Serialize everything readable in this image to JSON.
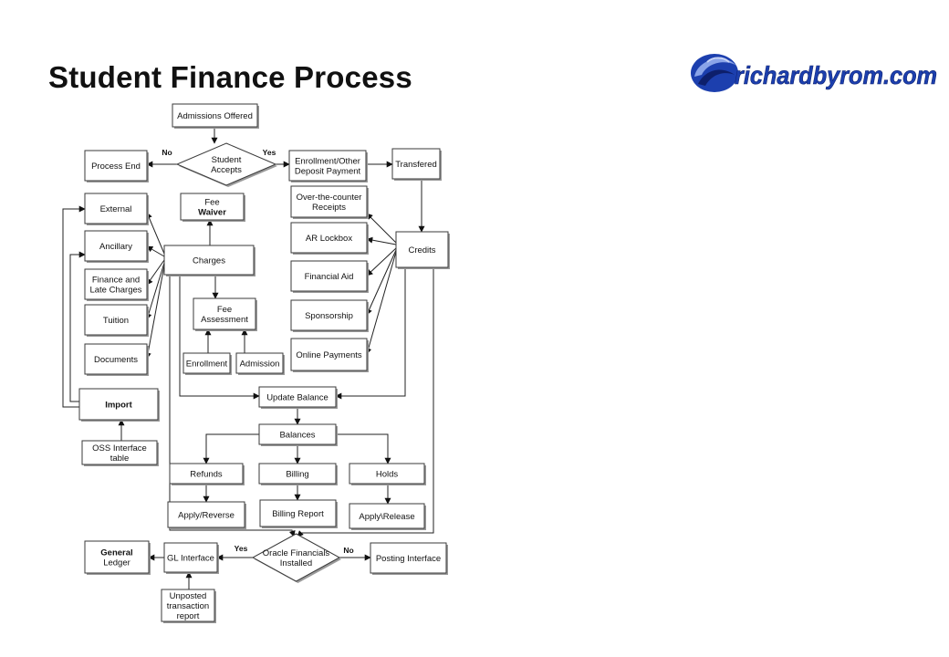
{
  "title": "Student Finance Process",
  "logo": {
    "text": "richardbyrom.com"
  },
  "nodes": [
    {
      "id": "admissions_offered",
      "label": "Admissions Offered"
    },
    {
      "id": "student_accepts",
      "label": "Student\nAccepts"
    },
    {
      "id": "process_end",
      "label": "Process End"
    },
    {
      "id": "enrollment_deposit",
      "label": "Enrollment/Other\nDeposit Payment"
    },
    {
      "id": "transfered",
      "label": "Transfered"
    },
    {
      "id": "fee_waiver",
      "label": "Fee\nWaiver"
    },
    {
      "id": "external",
      "label": "External"
    },
    {
      "id": "ancillary",
      "label": "Ancillary"
    },
    {
      "id": "finance_late",
      "label": "Finance and\nLate Charges"
    },
    {
      "id": "tuition",
      "label": "Tuition"
    },
    {
      "id": "documents",
      "label": "Documents"
    },
    {
      "id": "charges",
      "label": "Charges"
    },
    {
      "id": "fee_assessment",
      "label": "Fee\nAssessment"
    },
    {
      "id": "enrollment",
      "label": "Enrollment"
    },
    {
      "id": "admission",
      "label": "Admission"
    },
    {
      "id": "otc_receipts",
      "label": "Over-the-counter\nReceipts"
    },
    {
      "id": "ar_lockbox",
      "label": "AR Lockbox"
    },
    {
      "id": "financial_aid",
      "label": "Financial Aid"
    },
    {
      "id": "sponsorship",
      "label": "Sponsorship"
    },
    {
      "id": "online_payments",
      "label": "Online Payments"
    },
    {
      "id": "credits",
      "label": "Credits"
    },
    {
      "id": "import",
      "label": "Import"
    },
    {
      "id": "oss_interface",
      "label": "OSS Interface\ntable"
    },
    {
      "id": "update_balance",
      "label": "Update Balance"
    },
    {
      "id": "balances",
      "label": "Balances"
    },
    {
      "id": "refunds",
      "label": "Refunds"
    },
    {
      "id": "billing",
      "label": "Billing"
    },
    {
      "id": "holds",
      "label": "Holds"
    },
    {
      "id": "apply_reverse",
      "label": "Apply/Reverse"
    },
    {
      "id": "billing_report",
      "label": "Billing Report"
    },
    {
      "id": "apply_release",
      "label": "Apply\\Release"
    },
    {
      "id": "oracle_financials",
      "label": "Oracle Financials\nInstalled"
    },
    {
      "id": "gl_interface",
      "label": "GL Interface"
    },
    {
      "id": "general_ledger",
      "label": "General\nLedger"
    },
    {
      "id": "posting_interface",
      "label": "Posting Interface"
    },
    {
      "id": "unposted_report",
      "label": "Unposted\ntransaction\nreport"
    }
  ],
  "edges": [
    {
      "from": "admissions_offered",
      "to": "student_accepts",
      "label": ""
    },
    {
      "from": "student_accepts",
      "to": "process_end",
      "label": "No"
    },
    {
      "from": "student_accepts",
      "to": "enrollment_deposit",
      "label": "Yes"
    },
    {
      "from": "enrollment_deposit",
      "to": "transfered",
      "label": ""
    },
    {
      "from": "transfered",
      "to": "credits",
      "label": ""
    },
    {
      "from": "credits",
      "to": "otc_receipts",
      "label": ""
    },
    {
      "from": "credits",
      "to": "ar_lockbox",
      "label": ""
    },
    {
      "from": "credits",
      "to": "financial_aid",
      "label": ""
    },
    {
      "from": "credits",
      "to": "sponsorship",
      "label": ""
    },
    {
      "from": "credits",
      "to": "online_payments",
      "label": ""
    },
    {
      "from": "credits",
      "to": "update_balance",
      "label": ""
    },
    {
      "from": "charges",
      "to": "fee_waiver",
      "label": ""
    },
    {
      "from": "charges",
      "to": "fee_assessment",
      "label": ""
    },
    {
      "from": "charges",
      "to": "external",
      "label": ""
    },
    {
      "from": "charges",
      "to": "ancillary",
      "label": ""
    },
    {
      "from": "charges",
      "to": "finance_late",
      "label": ""
    },
    {
      "from": "charges",
      "to": "tuition",
      "label": ""
    },
    {
      "from": "charges",
      "to": "documents",
      "label": ""
    },
    {
      "from": "charges",
      "to": "update_balance",
      "label": ""
    },
    {
      "from": "enrollment",
      "to": "fee_assessment",
      "label": ""
    },
    {
      "from": "admission",
      "to": "fee_assessment",
      "label": ""
    },
    {
      "from": "import",
      "to": "external",
      "label": ""
    },
    {
      "from": "import",
      "to": "ancillary",
      "label": ""
    },
    {
      "from": "oss_interface",
      "to": "import",
      "label": ""
    },
    {
      "from": "update_balance",
      "to": "balances",
      "label": ""
    },
    {
      "from": "balances",
      "to": "refunds",
      "label": ""
    },
    {
      "from": "balances",
      "to": "billing",
      "label": ""
    },
    {
      "from": "balances",
      "to": "holds",
      "label": ""
    },
    {
      "from": "refunds",
      "to": "apply_reverse",
      "label": ""
    },
    {
      "from": "billing",
      "to": "billing_report",
      "label": ""
    },
    {
      "from": "holds",
      "to": "apply_release",
      "label": ""
    },
    {
      "from": "charges",
      "to": "oracle_financials",
      "label": ""
    },
    {
      "from": "credits",
      "to": "oracle_financials",
      "label": ""
    },
    {
      "from": "oracle_financials",
      "to": "gl_interface",
      "label": "Yes"
    },
    {
      "from": "oracle_financials",
      "to": "posting_interface",
      "label": "No"
    },
    {
      "from": "gl_interface",
      "to": "general_ledger",
      "label": ""
    },
    {
      "from": "unposted_report",
      "to": "gl_interface",
      "label": ""
    }
  ],
  "colors": {
    "stroke": "#3a3a3a",
    "shadow": "#9a9a9a",
    "logo_blue": "#1c3fae",
    "logo_dark": "#0d1f6b"
  }
}
